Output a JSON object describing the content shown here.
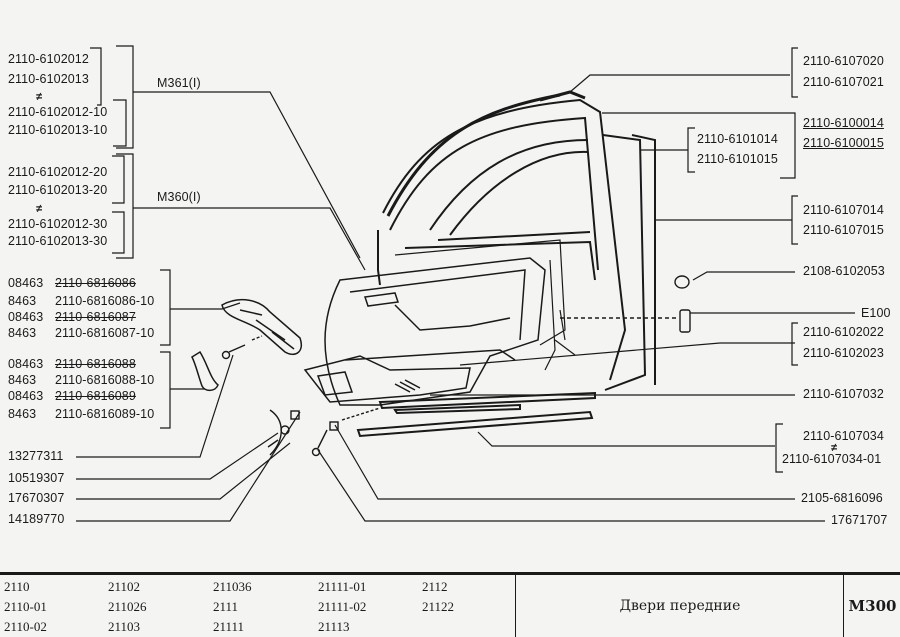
{
  "left_callouts": {
    "group_m361": {
      "label": "M361(I)",
      "set_a": [
        "2110-6102012",
        "2110-6102013"
      ],
      "not_interchangeable_symbol": "≠",
      "set_b": [
        "2110-6102012-10",
        "2110-6102013-10"
      ]
    },
    "group_m360": {
      "label": "M360(I)",
      "set_a": [
        "2110-6102012-20",
        "2110-6102013-20"
      ],
      "not_interchangeable_symbol": "≠",
      "set_b": [
        "2110-6102012-30",
        "2110-6102013-30"
      ]
    },
    "armrest_group_1": [
      {
        "qty_code": "08463",
        "part": "2110-6816086",
        "obsolete": true
      },
      {
        "qty_code": "8463",
        "part": "2110-6816086-10",
        "obsolete": false
      },
      {
        "qty_code": "08463",
        "part": "2110-6816087",
        "obsolete": true
      },
      {
        "qty_code": "8463",
        "part": "2110-6816087-10",
        "obsolete": false
      }
    ],
    "armrest_group_2": [
      {
        "qty_code": "08463",
        "part": "2110-6816088",
        "obsolete": true
      },
      {
        "qty_code": "8463",
        "part": "2110-6816088-10",
        "obsolete": false
      },
      {
        "qty_code": "08463",
        "part": "2110-6816089",
        "obsolete": true
      },
      {
        "qty_code": "8463",
        "part": "2110-6816089-10",
        "obsolete": false
      }
    ],
    "fasteners": [
      "13277311",
      "10519307",
      "17670307",
      "14189770"
    ]
  },
  "right_callouts": {
    "window_seal": [
      "2110-6107020",
      "2110-6107021"
    ],
    "door_assembly": [
      "2110-6100014",
      "2110-6100015"
    ],
    "door_frame": [
      "2110-6101014",
      "2110-6101015"
    ],
    "door_seal": [
      "2110-6107014",
      "2110-6107015"
    ],
    "clip": "2108-6102053",
    "plug": "E100",
    "panel_trim": [
      "2110-6102022",
      "2110-6102023"
    ],
    "sill_seal": "2110-6107032",
    "lower_molding": {
      "parts": [
        "2110-6107034",
        "2110-6107034-01"
      ],
      "not_interchangeable_symbol": "≠"
    },
    "bracket": "2105-6816096",
    "screw": "17671707"
  },
  "footer": {
    "models": [
      [
        "2110",
        "2110-01",
        "2110-02"
      ],
      [
        "21102",
        "211026",
        "21103"
      ],
      [
        "211036",
        "2111",
        "21111"
      ],
      [
        "21111-01",
        "21111-02",
        "21113"
      ],
      [
        "2112",
        "21122"
      ]
    ],
    "title": "Двери передние",
    "page_code": "M300"
  }
}
